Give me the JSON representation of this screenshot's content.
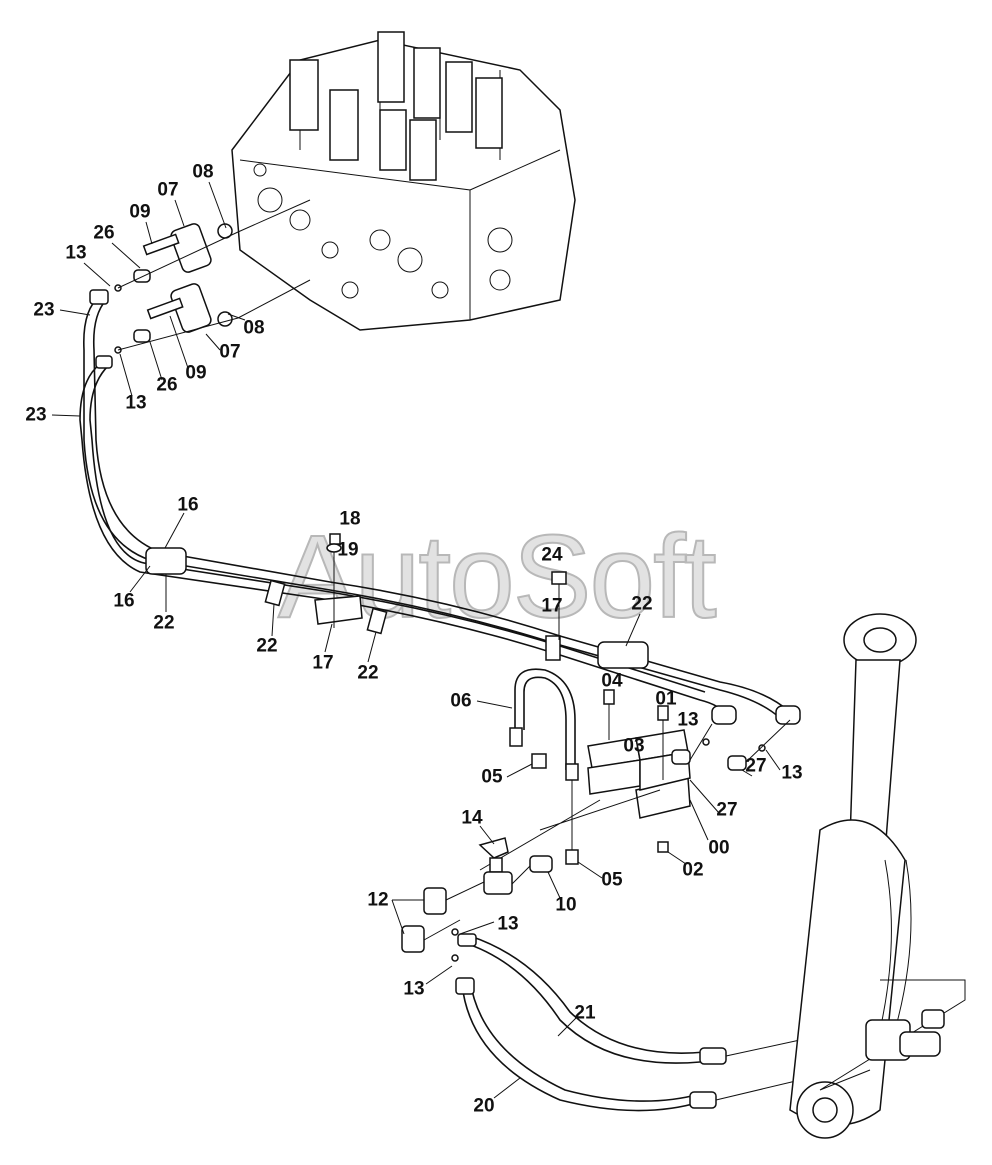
{
  "watermark": "AutoSoft",
  "labels": [
    "08",
    "07",
    "09",
    "26",
    "13",
    "23",
    "08",
    "07",
    "09",
    "26",
    "13",
    "23",
    "16",
    "16",
    "22",
    "18",
    "19",
    "24",
    "17",
    "22",
    "22",
    "17",
    "22",
    "06",
    "04",
    "01",
    "13",
    "03",
    "05",
    "27",
    "27",
    "13",
    "00",
    "14",
    "05",
    "02",
    "10",
    "12",
    "13",
    "13",
    "21",
    "20"
  ]
}
